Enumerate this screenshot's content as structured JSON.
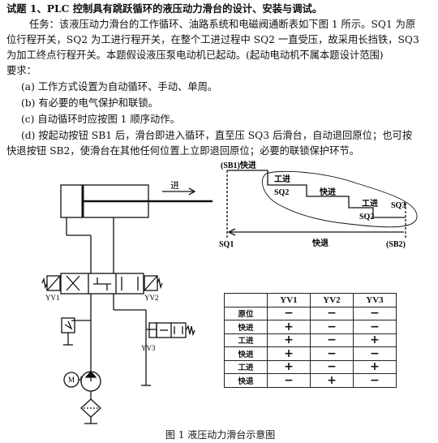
{
  "text": {
    "line1": "试题 1、PLC 控制具有跳跃循环的液压动力滑台的设计、安装与调试。",
    "line2": "任务：该液压动力滑台的工作循环、油路系统和电磁阀通断表如下图 1 所示。SQ1 为原",
    "line3": "位行程开关，SQ2 为工进行程开关，在整个工进过程中 SQ2 一直受压，故采用长挡铁，SQ3",
    "line4": "为加工终点行程开关。本题假设液压泵电动机已起动。(起动电动机不属本题设计范围)",
    "line5": "要求：",
    "req_a": "(a) 工作方式设置为自动循环、手动、单周。",
    "req_b": "(b) 有必要的电气保护和联锁。",
    "req_c": "(c) 自动循环时应按图 1 顺序动作。",
    "req_d1": "(d) 按起动按钮 SB1 后，滑台即进入循环，直至压 SQ3 后滑台，自动退回原位；也可按",
    "req_d2": "快退按钮 SB2，使滑台在其他任何位置上立即退回原位；必要的联锁保护环节。"
  },
  "hydraulic": {
    "advance": "进",
    "yv1": "YV1",
    "yv2": "YV2",
    "yv3": "YV3",
    "motor": "M"
  },
  "cycle": {
    "sb1_fast": "(SB1)快进",
    "work1": "工进",
    "sq2_a": "SQ2",
    "fast2": "快进",
    "work2": "工进",
    "sq3": "SQ3",
    "sq2_b": "SQ2",
    "sq1": "SQ1",
    "fast_back": "快退",
    "sb2": "(SB2)"
  },
  "table": {
    "headers": [
      "",
      "YV1",
      "YV2",
      "YV3"
    ],
    "rows": [
      {
        "label": "原位",
        "v": [
          "−",
          "−",
          "−"
        ]
      },
      {
        "label": "快进",
        "v": [
          "+",
          "−",
          "−"
        ]
      },
      {
        "label": "工进",
        "v": [
          "+",
          "−",
          "+"
        ]
      },
      {
        "label": "快进",
        "v": [
          "+",
          "−",
          "−"
        ]
      },
      {
        "label": "工进",
        "v": [
          "+",
          "−",
          "+"
        ]
      },
      {
        "label": "快退",
        "v": [
          "−",
          "+",
          "−"
        ]
      }
    ]
  },
  "caption": "图 1   液压动力滑台示意图"
}
